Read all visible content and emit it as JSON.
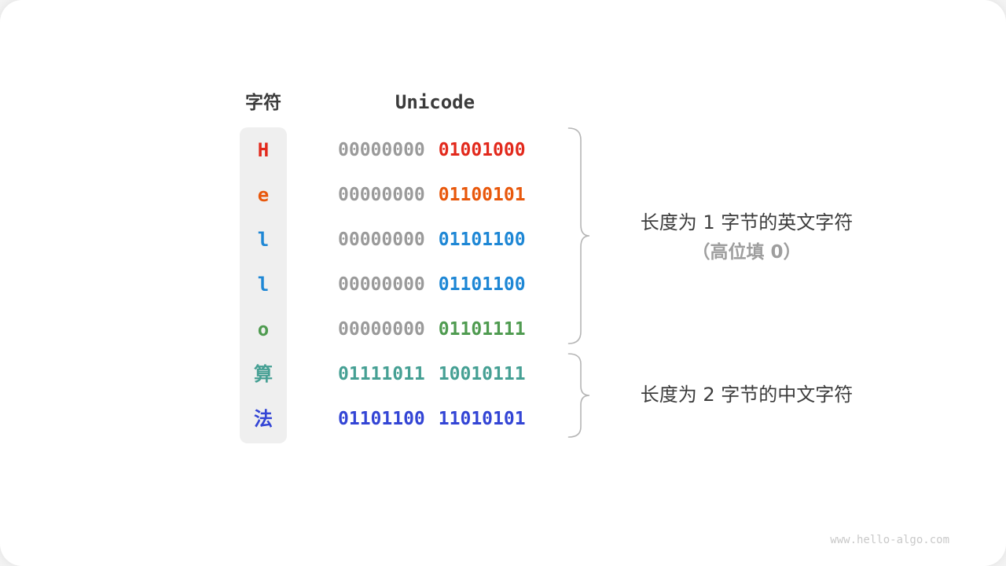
{
  "table": {
    "headers": {
      "char": "字符",
      "unicode": "Unicode"
    },
    "rows": [
      {
        "char": "H",
        "byte1": "00000000",
        "byte2": "01001000",
        "color": "#e2291c",
        "byte1_colored": false
      },
      {
        "char": "e",
        "byte1": "00000000",
        "byte2": "01100101",
        "color": "#e8580c",
        "byte1_colored": false
      },
      {
        "char": "l",
        "byte1": "00000000",
        "byte2": "01101100",
        "color": "#1e87d5",
        "byte1_colored": false
      },
      {
        "char": "l",
        "byte1": "00000000",
        "byte2": "01101100",
        "color": "#1e87d5",
        "byte1_colored": false
      },
      {
        "char": "o",
        "byte1": "00000000",
        "byte2": "01101111",
        "color": "#4f9b50",
        "byte1_colored": false
      },
      {
        "char": "算",
        "byte1": "01111011",
        "byte2": "10010111",
        "color": "#46a094",
        "byte1_colored": true
      },
      {
        "char": "法",
        "byte1": "01101100",
        "byte2": "11010101",
        "color": "#3345d5",
        "byte1_colored": true
      }
    ]
  },
  "annotations": {
    "english": {
      "line1": "长度为 1 字节的英文字符",
      "line2": "（高位填 0）"
    },
    "chinese": {
      "line1": "长度为 2 字节的中文字符"
    }
  },
  "watermark": "www.hello-algo.com",
  "colors": {
    "zero_gray": "#9a9a9a",
    "header_text": "#3b3b3b",
    "annotation_text": "#3c3c3c",
    "annotation_sub_text": "#9e9e9e",
    "brace": "#b5b5b5",
    "char_column_bg": "#efefef",
    "card_bg": "#ffffff"
  }
}
